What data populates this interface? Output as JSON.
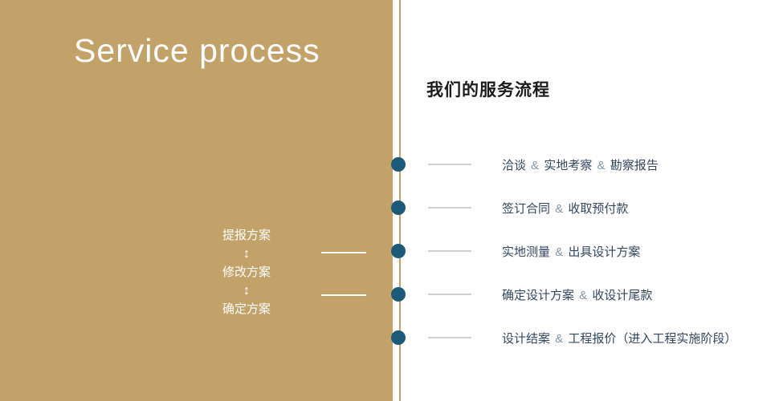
{
  "colors": {
    "panel_bg": "#c2a269",
    "divider": "#c2a269",
    "dot_blue": "#1d5a78",
    "item_text": "#33475f",
    "amp_color": "#8496a6",
    "tick_gray": "#cfcfcf",
    "panel_text": "#ffffff",
    "heading_text": "#1c1c1c"
  },
  "panel": {
    "title": "Service process",
    "arrow_glyph": "↕",
    "loop_steps": [
      "提报方案",
      "修改方案",
      "确定方案"
    ]
  },
  "main": {
    "heading": "我们的服务流程",
    "separator": "&",
    "items": [
      {
        "parts": [
          "洽谈",
          "实地考察",
          "勘察报告"
        ]
      },
      {
        "parts": [
          "签订合同",
          "收取预付款"
        ]
      },
      {
        "parts": [
          "实地测量",
          "出具设计方案"
        ]
      },
      {
        "parts": [
          "确定设计方案",
          "收设计尾款"
        ]
      },
      {
        "parts": [
          "设计结案",
          "工程报价（进入工程实施阶段）"
        ]
      }
    ]
  }
}
